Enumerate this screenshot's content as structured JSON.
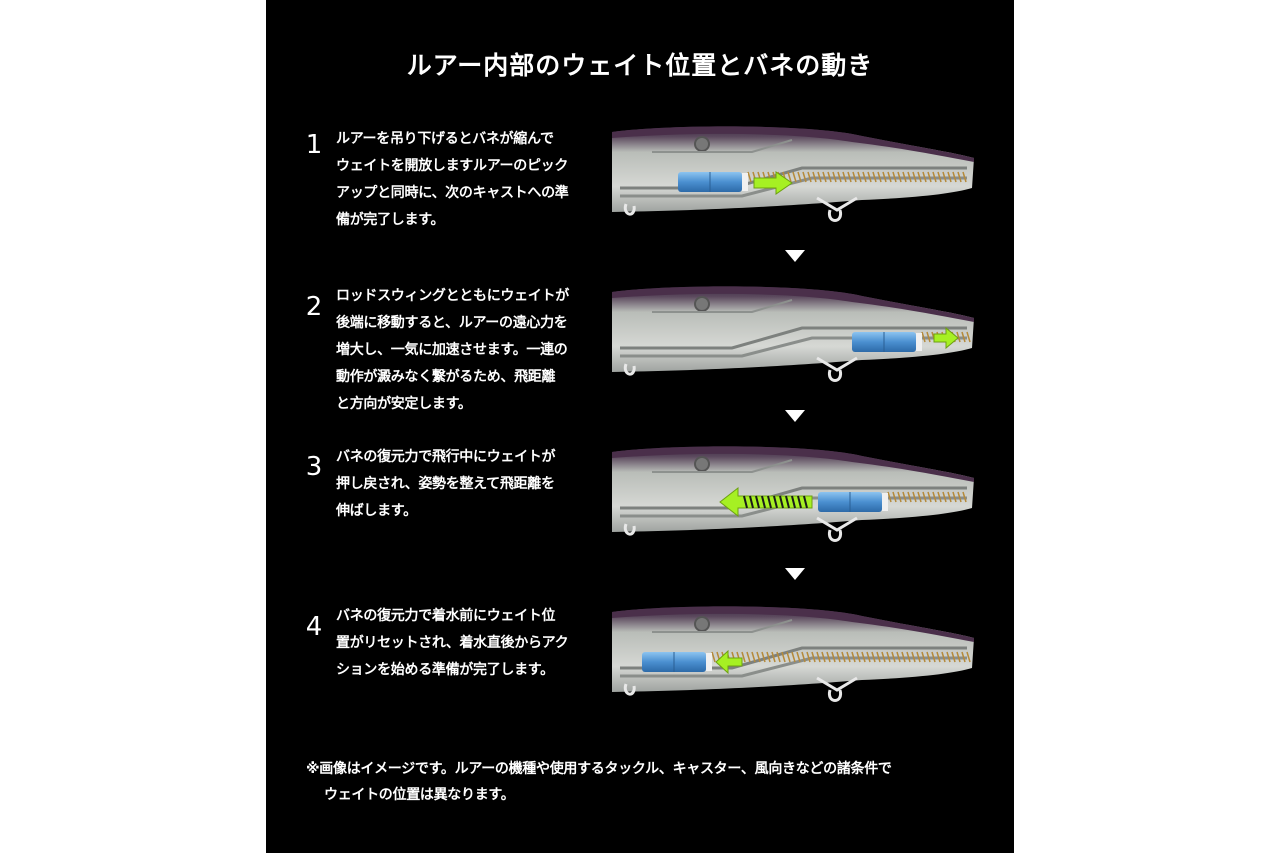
{
  "title": "ルアー内部のウェイト位置とバネの動き",
  "steps": [
    {
      "number": "1",
      "lines": [
        "ルアーを吊り下げるとバネが縮んで",
        "ウェイトを開放しますルアーのピック",
        "アップと同時に、次のキャストへの準",
        "備が完了します。"
      ]
    },
    {
      "number": "2",
      "lines": [
        "ロッドスウィングとともにウェイトが",
        "後端に移動すると、ルアーの遠心力を",
        "増大し、一気に加速させます。一連の",
        "動作が澱みなく繋がるため、飛距離",
        "と方向が安定します。"
      ]
    },
    {
      "number": "3",
      "lines": [
        "バネの復元力で飛行中にウェイトが",
        "押し戻され、姿勢を整えて飛距離を",
        "伸ばします。"
      ]
    },
    {
      "number": "4",
      "lines": [
        "バネの復元力で着水前にウェイト位",
        "置がリセットされ、着水直後からアク",
        "ションを始める準備が完了します。"
      ]
    }
  ],
  "note": {
    "line1": "※画像はイメージです。ルアーの機種や使用するタックル、キャスター、風向きなどの諸条件で",
    "line2": "ウェイトの位置は異なります。"
  },
  "colors": {
    "background": "#000000",
    "text": "#ffffff",
    "weight": "#4a8fd0",
    "arrow": "#a6f023",
    "lure_back": "#4a2f4a"
  },
  "icons": [
    "down-triangle-icon",
    "arrow-right-icon",
    "arrow-left-icon"
  ]
}
